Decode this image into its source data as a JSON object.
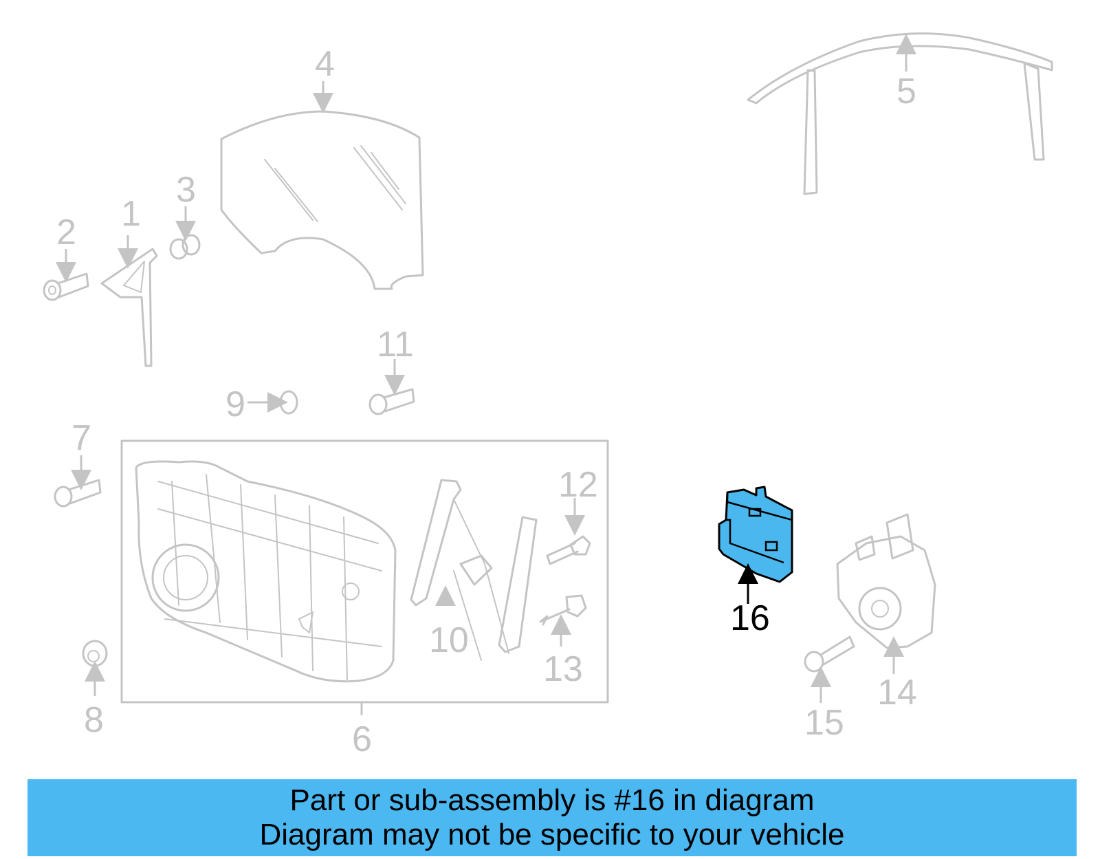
{
  "callouts": {
    "c1": "1",
    "c2": "2",
    "c3": "3",
    "c4": "4",
    "c5": "5",
    "c6": "6",
    "c7": "7",
    "c8": "8",
    "c9": "9",
    "c10": "10",
    "c11": "11",
    "c12": "12",
    "c13": "13",
    "c14": "14",
    "c15": "15",
    "c16": "16"
  },
  "highlight": {
    "part": "16",
    "color": "#4ab8ee"
  },
  "banner": {
    "line1": "Part or sub-assembly is #16 in diagram",
    "line2": "Diagram may not be specific to your vehicle",
    "color": "#4cb8f2"
  }
}
